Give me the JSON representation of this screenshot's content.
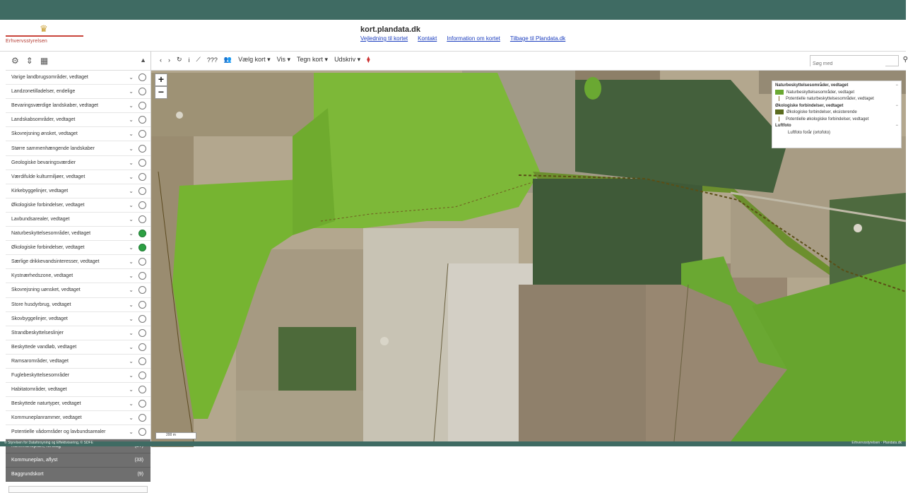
{
  "header": {
    "logo_text": "Erhvervsstyrelsen",
    "site_title": "kort.plandata.dk",
    "links": [
      "Vejledning til kortet",
      "Kontakt",
      "Information om kortet",
      "Tilbage til Plandata.dk"
    ]
  },
  "sidebar": {
    "layers": [
      {
        "label": "Varige landbrugsområder, vedtaget",
        "on": false
      },
      {
        "label": "Landzonetilladelser, endelige",
        "on": false
      },
      {
        "label": "Bevaringsværdige landskaber, vedtaget",
        "on": false
      },
      {
        "label": "Landskabsområder, vedtaget",
        "on": false
      },
      {
        "label": "Skovrejsning ønsket, vedtaget",
        "on": false
      },
      {
        "label": "Større sammenhængende landskaber",
        "on": false
      },
      {
        "label": "Geologiske bevaringsværdier",
        "on": false
      },
      {
        "label": "Værdifulde kulturmiljøer, vedtaget",
        "on": false
      },
      {
        "label": "Kirkebyggelinjer, vedtaget",
        "on": false
      },
      {
        "label": "Økologiske forbindelser, vedtaget",
        "on": false
      },
      {
        "label": "Lavbundsarealer, vedtaget",
        "on": false
      },
      {
        "label": "Naturbeskyttelsesområder, vedtaget",
        "on": true
      },
      {
        "label": "Økologiske forbindelser, vedtaget",
        "on": true
      },
      {
        "label": "Særlige drikkevandsinteresser, vedtaget",
        "on": false
      },
      {
        "label": "Kystnærhedszone, vedtaget",
        "on": false
      },
      {
        "label": "Skovrejsning uønsket, vedtaget",
        "on": false
      },
      {
        "label": "Store husdyrbrug, vedtaget",
        "on": false
      },
      {
        "label": "Skovbyggelinjer, vedtaget",
        "on": false
      },
      {
        "label": "Strandbeskyttelseslinjer",
        "on": false
      },
      {
        "label": "Beskyttede vandløb, vedtaget",
        "on": false
      },
      {
        "label": "Ramsarområder, vedtaget",
        "on": false
      },
      {
        "label": "Fuglebeskyttelsesområder",
        "on": false
      },
      {
        "label": "Habitatområder, vedtaget",
        "on": false
      },
      {
        "label": "Beskyttede naturtyper, vedtaget",
        "on": false
      },
      {
        "label": "Kommuneplanrammer, vedtaget",
        "on": false
      },
      {
        "label": "Potentielle vådområder og lavbundsarealer",
        "on": false
      }
    ],
    "groups": [
      {
        "label": "Kommuneplan, forslag",
        "count": "(27)"
      },
      {
        "label": "Kommuneplan, aflyst",
        "count": "(33)"
      },
      {
        "label": "Baggrundskort",
        "count": "(9)"
      }
    ]
  },
  "toolbar": {
    "back": "‹",
    "forward": "›",
    "info": "i",
    "measure": "⟋",
    "count": "???",
    "menus": [
      "Vælg kort ▾",
      "Vis ▾",
      "Tegn kort ▾",
      "Udskriv ▾"
    ],
    "search_placeholder": "Søg med"
  },
  "legend": {
    "items": [
      {
        "kind": "header",
        "label": "Naturbeskyttelsesområder, vedtaget"
      },
      {
        "kind": "swatch",
        "color": "#6aa832",
        "label": "Naturbeskyttelsesområder, vedtaget"
      },
      {
        "kind": "line",
        "label": "Potentielle naturbeskyttelsesområder, vedtaget"
      },
      {
        "kind": "header",
        "label": "Økologiske forbindelser, vedtaget"
      },
      {
        "kind": "swatch",
        "color": "#5b6b1f",
        "label": "Økologiske forbindelser, eksisterende"
      },
      {
        "kind": "line",
        "label": "Potentielle økologiske forbindelser, vedtaget"
      },
      {
        "kind": "header",
        "label": "Luftfoto"
      },
      {
        "kind": "text",
        "label": "Luftfoto forår (ortofoto)"
      }
    ]
  },
  "zoom": {
    "in": "+",
    "out": "−"
  },
  "scale_text": "200 m",
  "footer": {
    "left": "© Styrelsen for Dataforsyning og Effektivisering, © SDFE",
    "right": "Erhvervsstyrelsen · Plandata.dk"
  },
  "colors": {
    "accent": "#3f6b63",
    "nature_green": "#6aa832",
    "dark_field": "#40573a",
    "active_layer": "#2da043"
  }
}
